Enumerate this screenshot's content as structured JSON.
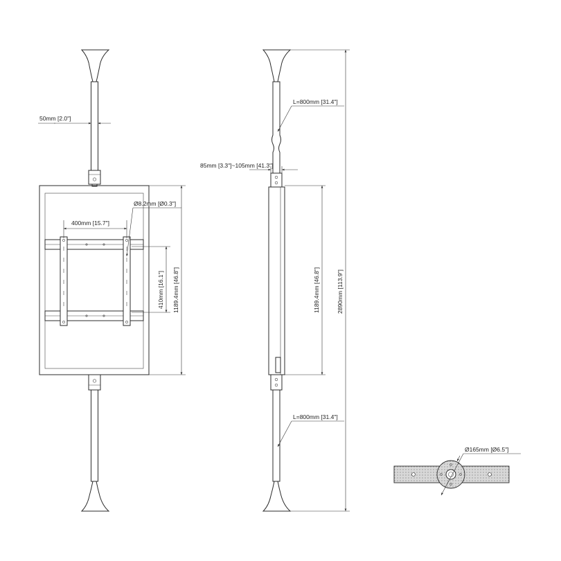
{
  "labels": {
    "pole_diameter": "50mm [2.0\"]",
    "hole_diameter": "Ø8.2mm [Ø0.3\"]",
    "vesa_width": "400mm [15.7\"]",
    "vesa_height": "410mm [16.1\"]",
    "frame_height_front": "1189.4mm [46.8\"]",
    "upper_pole_length": "L=800mm [31.4\"]",
    "offset_range": "85mm [3.3\"]~105mm [41.3\"]",
    "frame_height_side": "1189.4mm [46.8\"]",
    "total_height": "2890mm [113.9\"]",
    "lower_pole_length": "L=800mm [31.4\"]",
    "base_diameter": "Ø165mm [Ø6.5\"]"
  },
  "colors": {
    "line": "#2b2b2b",
    "fill_grey": "#d6d6d6",
    "background": "#ffffff"
  }
}
